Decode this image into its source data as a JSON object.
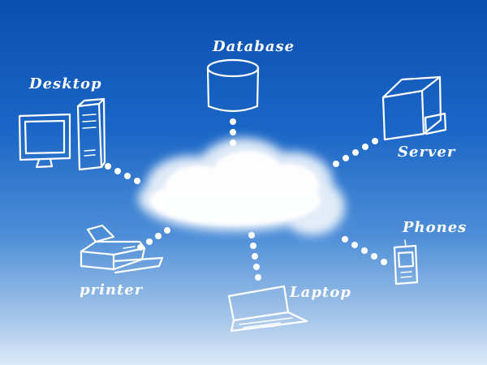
{
  "diagram": {
    "hub": {
      "name": "cloud"
    },
    "nodes": [
      {
        "id": "database",
        "label": "Database",
        "icon": "database-icon"
      },
      {
        "id": "desktop",
        "label": "Desktop",
        "icon": "desktop-computer-icon"
      },
      {
        "id": "server",
        "label": "Server",
        "icon": "server-icon"
      },
      {
        "id": "printer",
        "label": "printer",
        "icon": "printer-icon"
      },
      {
        "id": "laptop",
        "label": "Laptop",
        "icon": "laptop-icon"
      },
      {
        "id": "phones",
        "label": "Phones",
        "icon": "mobile-phone-icon"
      }
    ],
    "colors": {
      "sky_top": "#0a4fb0",
      "sky_bottom": "#dce9f7",
      "ink": "#ffffff"
    }
  }
}
